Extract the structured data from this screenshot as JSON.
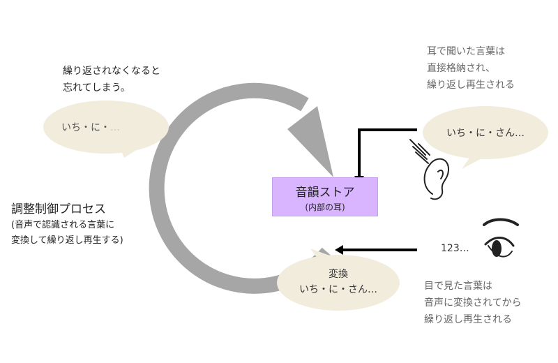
{
  "notes": {
    "forget": [
      "繰り返されなくなると",
      "忘れてしまう。"
    ],
    "ear": [
      "耳で聞いた言葉は",
      "直接格納され、",
      "繰り返し再生される"
    ],
    "eye": [
      "目で見た言葉は",
      "音声に変換されてから",
      "繰り返し再生される"
    ]
  },
  "process": {
    "title": "調整制御プロセス",
    "subtitle": [
      "(音声で認識される言葉に",
      "変換して繰り返し再生する)"
    ]
  },
  "store": {
    "title": "音韻ストア",
    "subtitle": "(内部の耳)"
  },
  "bubbles": {
    "fading": "いち・に・",
    "ear": "いち・に・さん…",
    "convert_label": "変換",
    "convert": "いち・に・さん…"
  },
  "visual_input": "123…",
  "colors": {
    "loop": "#a6a6a6",
    "bubble": "#f1ecdc",
    "store": "#d9b4ff",
    "arrow": "#000000"
  }
}
